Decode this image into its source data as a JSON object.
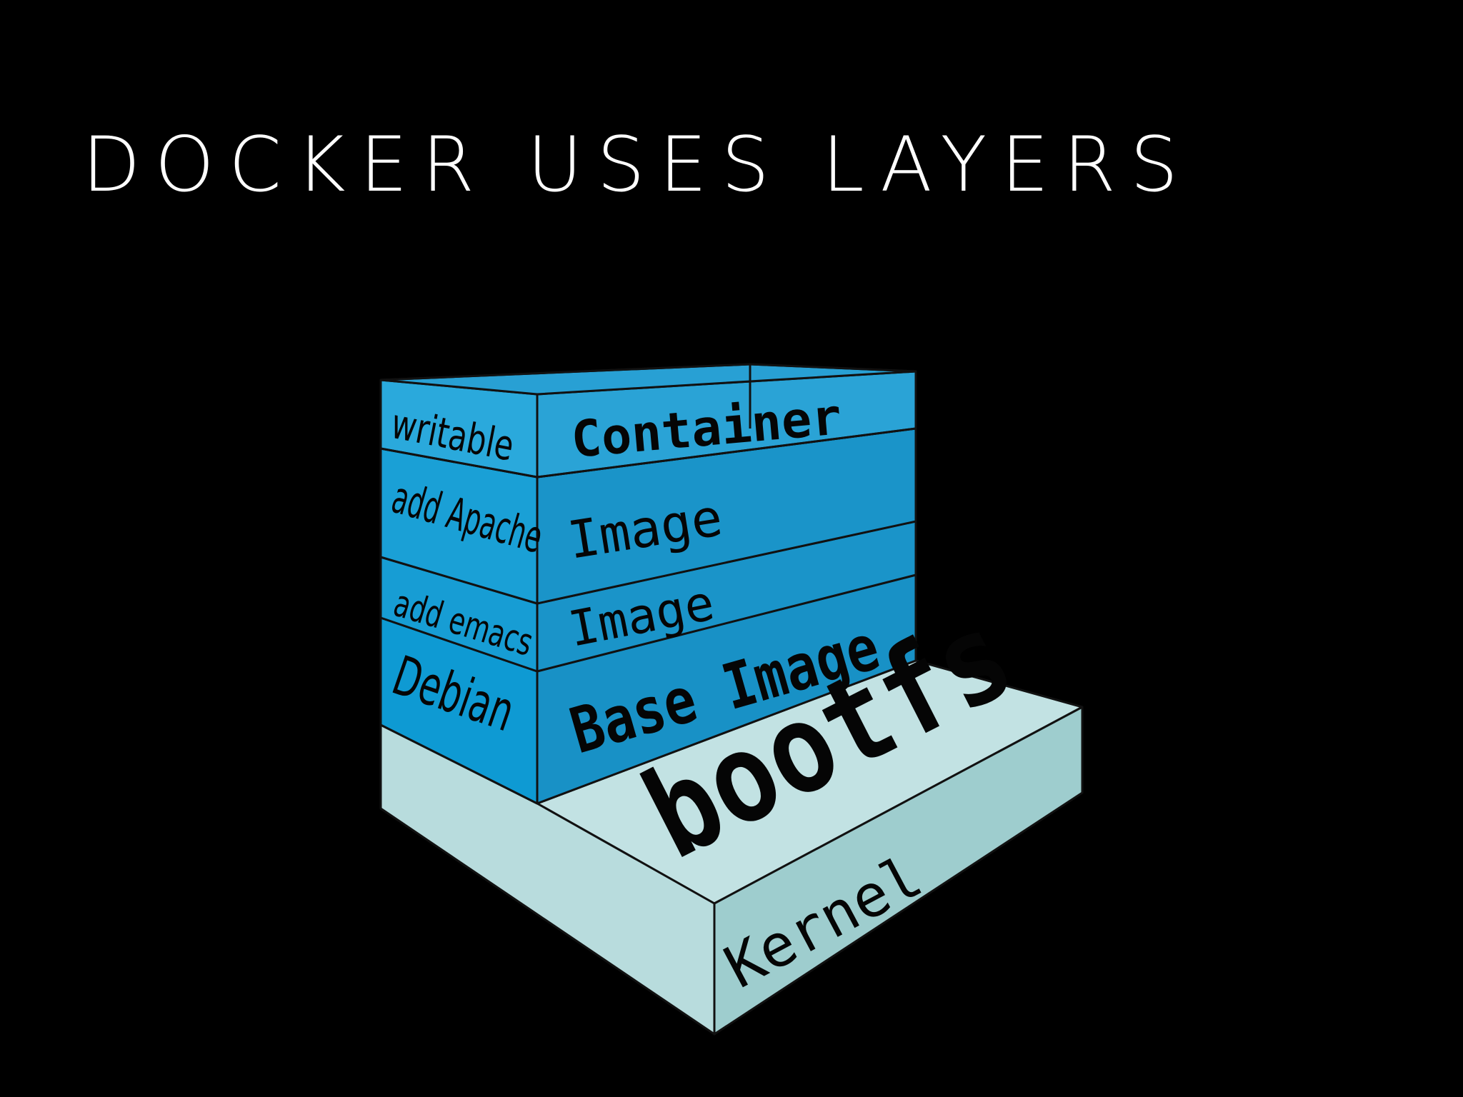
{
  "slide": {
    "title": "DOCKER USES LAYERS"
  },
  "diagram": {
    "layers": [
      {
        "side_label": "writable",
        "face_label": "Container"
      },
      {
        "side_label": "add Apache",
        "face_label": "Image"
      },
      {
        "side_label": "add emacs",
        "face_label": "Image"
      },
      {
        "side_label": "Debian",
        "face_label": "Base Image"
      }
    ],
    "platform": {
      "top_label": "bootfs",
      "side_label": "Kernel"
    },
    "colors": {
      "background": "#000000",
      "title": "#ffffff",
      "layer_blue": "#1a8fc4",
      "layer_blue_light": "#2aa7da",
      "platform_light": "#bcdfe0",
      "platform_dark": "#9fcfd0",
      "outline": "#111111"
    }
  }
}
